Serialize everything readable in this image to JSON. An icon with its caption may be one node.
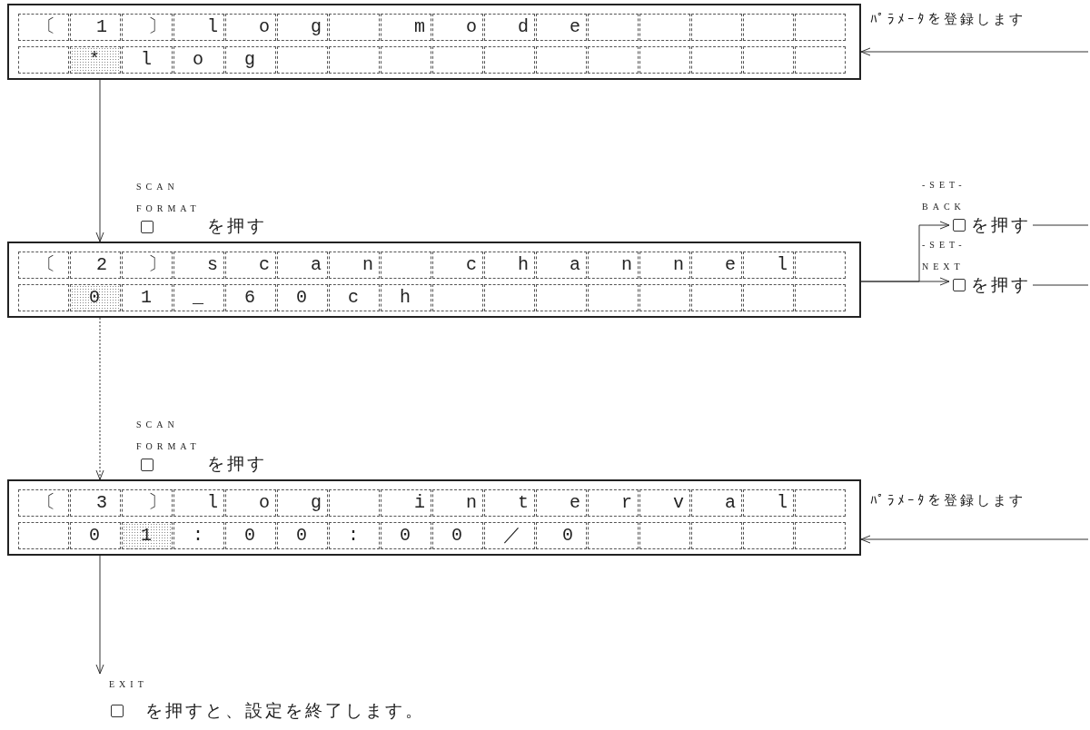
{
  "diagram": {
    "nodes": [
      {
        "text": [
          "〔1〕log mode",
          "*log"
        ]
      },
      {
        "text": [
          "〔2〕scan channel",
          "01_60ch"
        ]
      },
      {
        "text": [
          "〔3〕log interval",
          "01:00:00／0"
        ]
      },
      {
        "text": [
          "-SET- BACK",
          "を押す"
        ]
      },
      {
        "text": [
          "-SET- NEXT",
          "を押す"
        ]
      },
      {
        "text": [
          "EXIT",
          "を押すと、設定を終了します。"
        ]
      }
    ],
    "edges": [
      {
        "from": 0,
        "to": 1,
        "arrow": "to",
        "label": "SCAN FORMAT"
      },
      {
        "from": 1,
        "to": 2,
        "arrow": "to",
        "label": "SCAN FORMAT",
        "style": "dashed"
      },
      {
        "from": 2,
        "to": 5,
        "arrow": "to"
      },
      {
        "from": null,
        "to": 0,
        "arrow": "to",
        "label": "ﾊﾟﾗﾒｰﾀを登録します"
      },
      {
        "from": null,
        "to": 2,
        "arrow": "to",
        "label": "ﾊﾟﾗﾒｰﾀを登録します"
      },
      {
        "from": 1,
        "to": 3,
        "arrow": "to"
      },
      {
        "from": 1,
        "to": 4,
        "arrow": "to"
      },
      {
        "from": 3,
        "to": null,
        "arrow": "none"
      },
      {
        "from": 4,
        "to": null,
        "arrow": "none"
      }
    ],
    "labels": [
      "を押す",
      "を押す"
    ]
  }
}
